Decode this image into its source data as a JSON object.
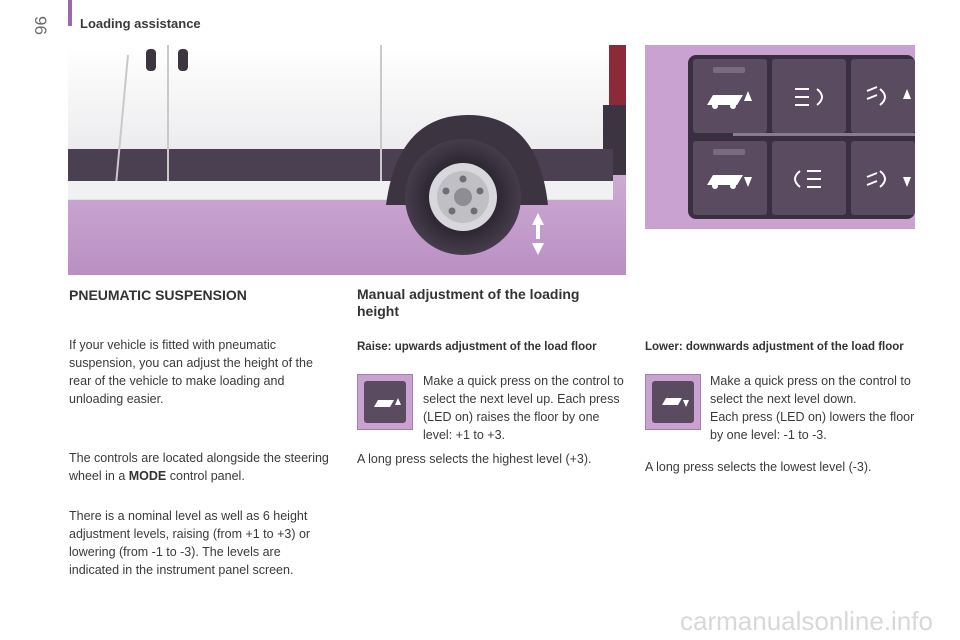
{
  "header": {
    "page_number": "96",
    "section_title": "Loading assistance"
  },
  "col1": {
    "heading": "PNEUMATIC SUSPENSION",
    "para1": "If your vehicle is fitted with pneumatic suspension, you can adjust the height of the rear of the vehicle to make loading and unloading easier.",
    "para2_before": "The controls are located alongside the steering wheel in a ",
    "para2_bold": "MODE",
    "para2_after": " control panel.",
    "para3": "There is a nominal level as well as 6 height adjustment levels, raising (from +1 to +3) or lowering (from -1 to -3). The levels are indicated in the instrument panel screen."
  },
  "col2": {
    "heading": "Manual adjustment of the loading height",
    "subheading": "Raise: upwards adjustment of the load floor",
    "para1": "Make a quick press on the control to select the next level up. Each press (LED on) raises the floor by one level: +1 to +3.",
    "para2": "A long press selects the highest level (+3)."
  },
  "col3": {
    "subheading": "Lower: downwards adjustment of the load floor",
    "para1": "Make a quick press on the control to select the next level down.",
    "para2": "Each press (LED on) lowers the floor by one level: -1 to -3.",
    "para3": "A long press selects the lowest level (-3)."
  },
  "watermark": "carmanualsonline.info",
  "colors": {
    "accent": "#9a6aa8",
    "panel_bg": "#c9a2d2",
    "button": "#5a4b60"
  }
}
